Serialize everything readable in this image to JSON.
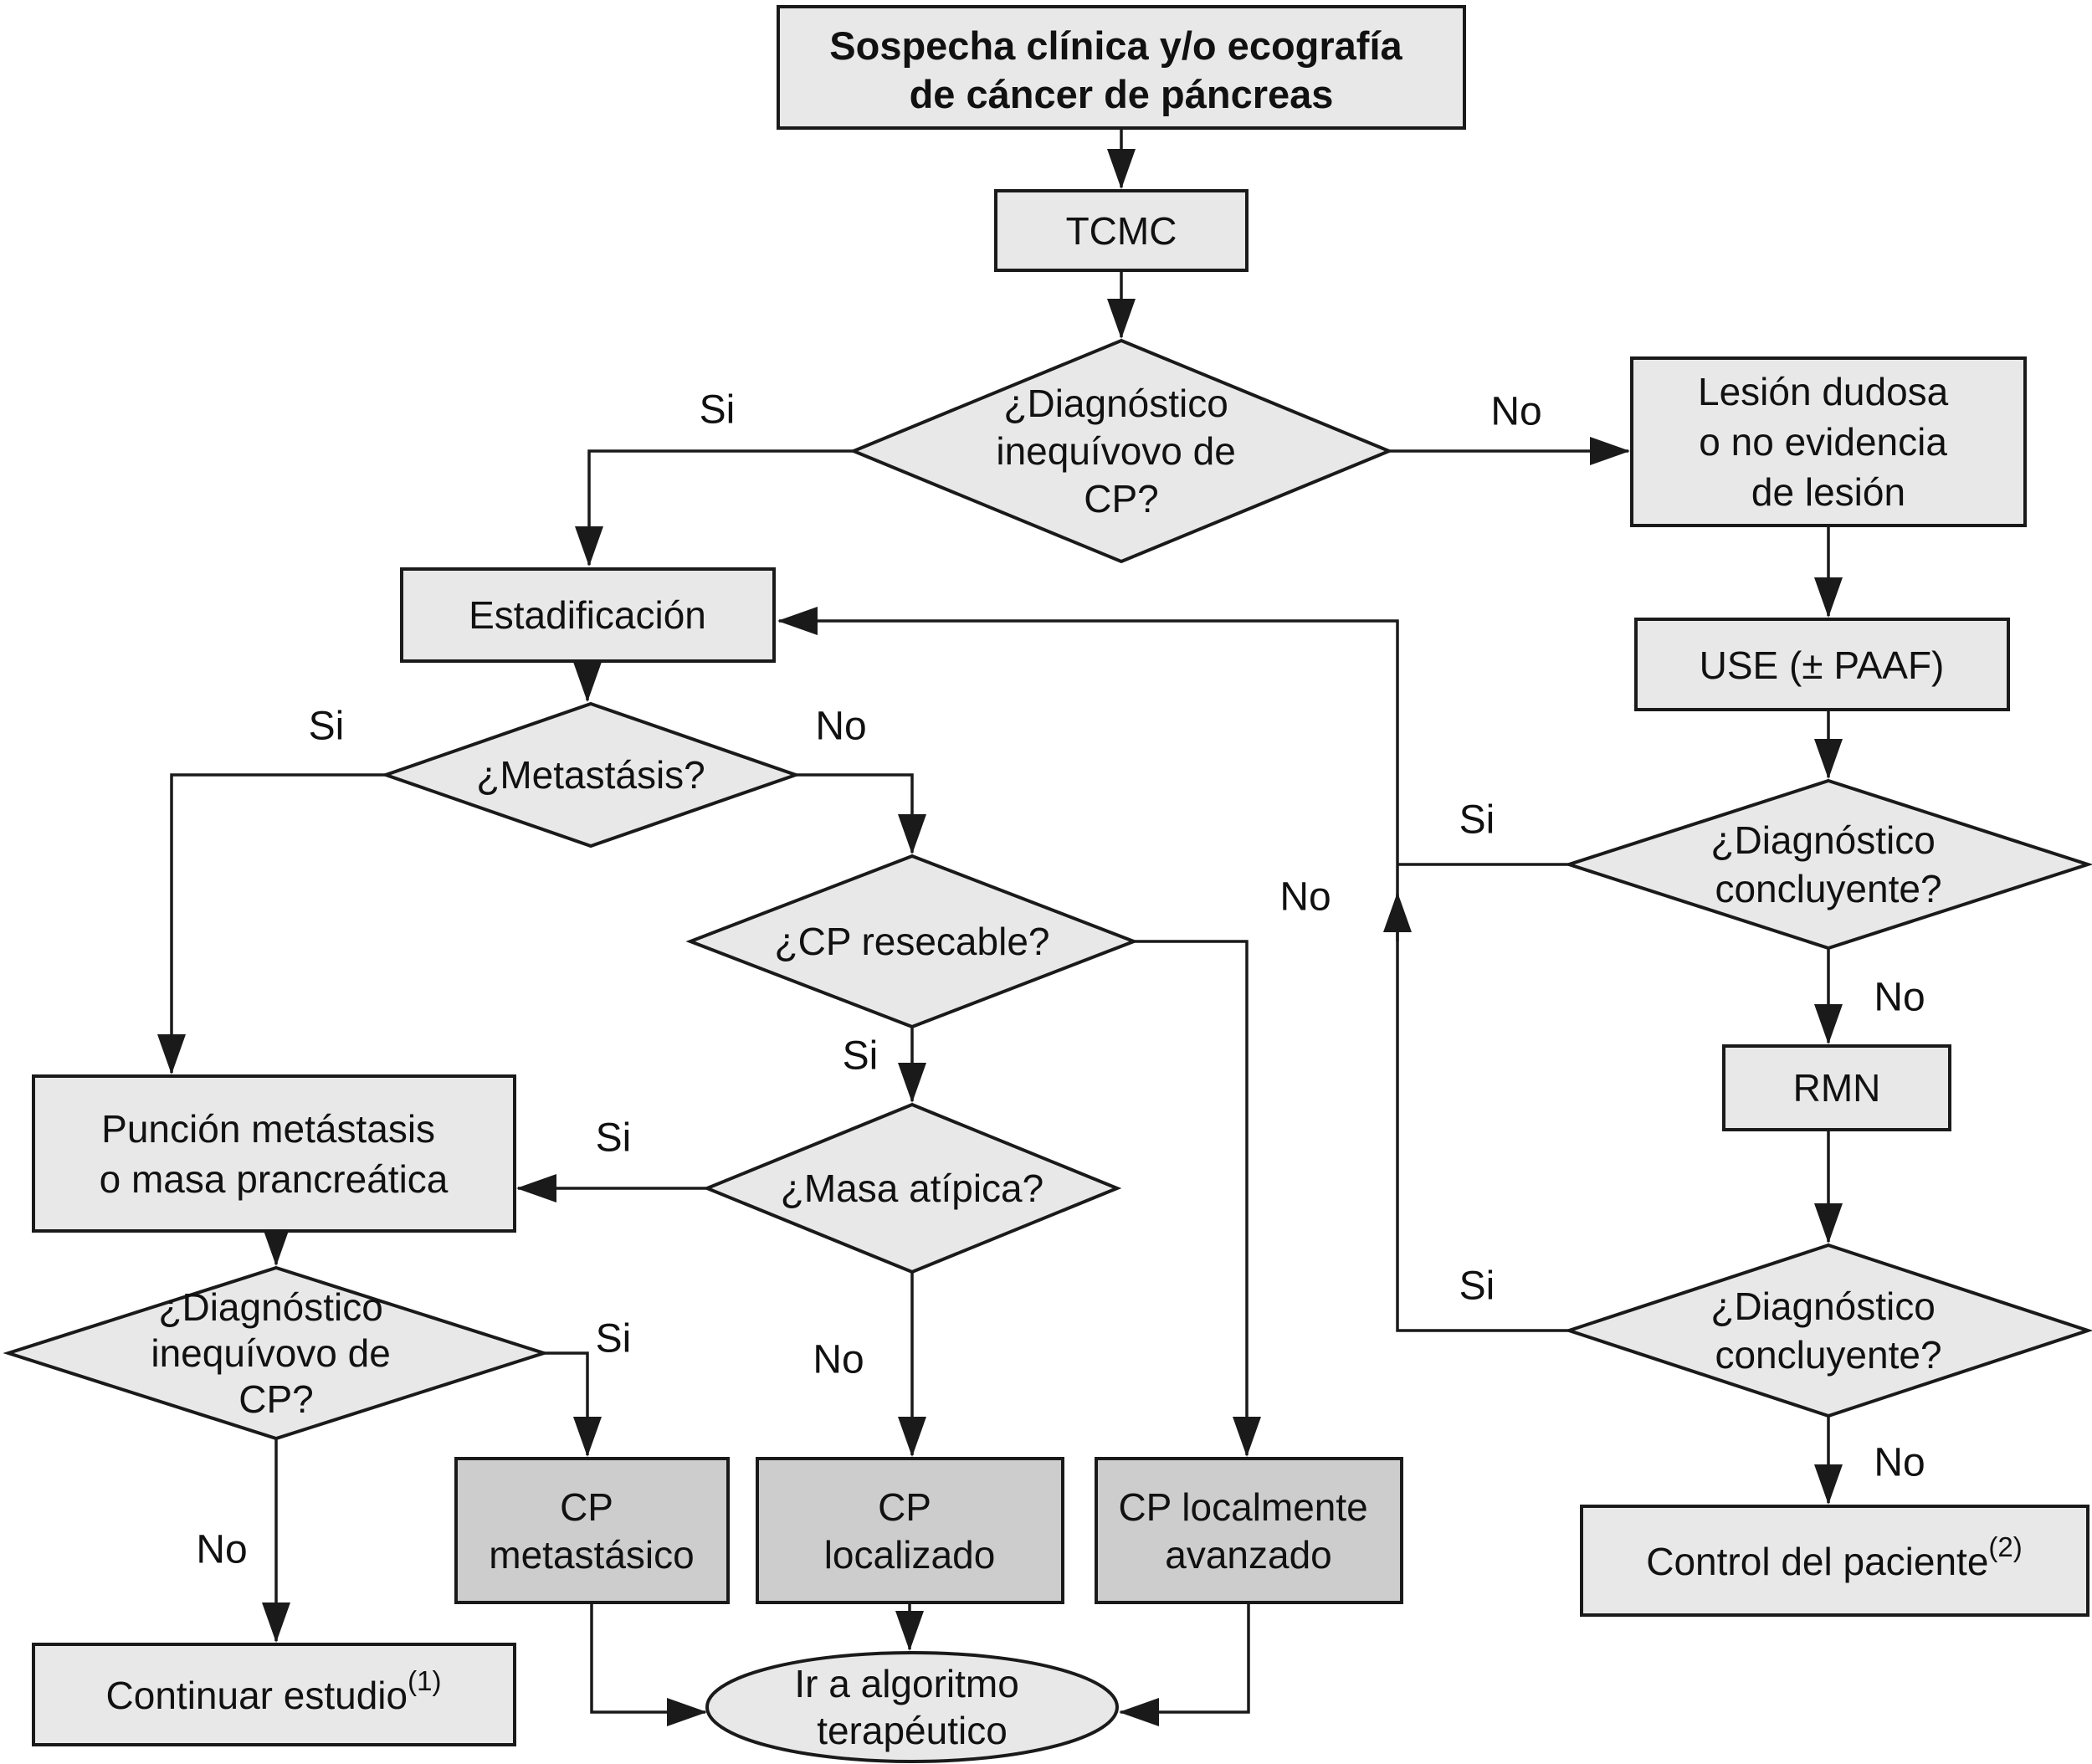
{
  "colors": {
    "background": "#ffffff",
    "node_fill": "#e8e8e8",
    "outcome_fill": "#cdcdcd",
    "line": "#1a1a1a"
  },
  "edge_labels": {
    "si": "Si",
    "no": "No"
  },
  "nodes": {
    "sospecha": {
      "lines": [
        "Sospecha clínica y/o ecografía",
        "de cáncer de páncreas"
      ]
    },
    "tcmc": {
      "label": "TCMC"
    },
    "dx_inequivoco_cp": {
      "lines": [
        "¿Diagnóstico",
        "inequívovo de",
        "CP?"
      ]
    },
    "lesion_dudosa": {
      "lines": [
        "Lesión dudosa",
        "o no evidencia",
        "de lesión"
      ]
    },
    "estadificacion": {
      "label": "Estadificación"
    },
    "use_paaf": {
      "label": "USE (± PAAF)"
    },
    "dx_concluyente_1": {
      "lines": [
        "¿Diagnóstico",
        "concluyente?"
      ]
    },
    "rmn": {
      "label": "RMN"
    },
    "dx_concluyente_2": {
      "lines": [
        "¿Diagnóstico",
        "concluyente?"
      ]
    },
    "control_paciente": {
      "label": "Control del paciente",
      "sup": "(2)"
    },
    "metastasis": {
      "label": "¿Metastásis?"
    },
    "cp_resecable": {
      "label": "¿CP resecable?"
    },
    "masa_atipica": {
      "label": "¿Masa atípica?"
    },
    "puncion_metastasis": {
      "lines": [
        "Punción metástasis",
        "o masa prancreática"
      ]
    },
    "dx_inequivoco_cp_2": {
      "lines": [
        "¿Diagnóstico",
        "inequívovo de",
        "CP?"
      ]
    },
    "continuar_estudio": {
      "label": "Continuar estudio",
      "sup": "(1)"
    },
    "cp_metastasico": {
      "lines": [
        "CP",
        "metastásico"
      ]
    },
    "cp_localizado": {
      "lines": [
        "CP",
        "localizado"
      ]
    },
    "cp_localmente_avanzado": {
      "lines": [
        "CP localmente",
        "avanzado"
      ]
    },
    "ir_a_algoritmo": {
      "lines": [
        "Ir a algoritmo",
        "terapéutico"
      ]
    }
  }
}
